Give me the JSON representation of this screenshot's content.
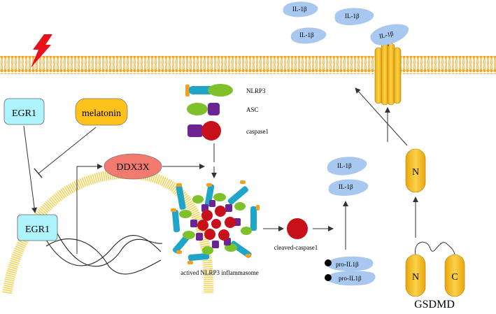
{
  "nodes": {
    "egr1_cytoplasm": "EGR1",
    "melatonin": "melatonin",
    "egr1_nucleus": "EGR1",
    "ddx3x": "DDX3X",
    "gsdmd": "GSDMD",
    "gsdmd_n": "N",
    "gsdmd_c": "C",
    "gsdmd_n_cleaved": "N",
    "cleaved_caspase1": "cleaved-caspase1",
    "inflammasome": "actived NLRP3 inflammasome"
  },
  "legend": {
    "nlrp3": "NLRP3",
    "asc": "ASC",
    "caspase1": "caspase1"
  },
  "il1b": {
    "secreted": [
      "IL-1β",
      "IL-1β",
      "IL-1β",
      "IL-1β"
    ],
    "mature": [
      "IL-1β",
      "IL-1β"
    ],
    "precursor": [
      "pro-IL1β",
      "pro-IL1β"
    ]
  },
  "colors": {
    "membrane": "#f5a623",
    "egr1_box": "#aef4ff",
    "melatonin_box": "#ffc21a",
    "ddx3x_box": "#f37a6f",
    "il1b_blob": "#a8c8f0",
    "gsdmd": "#f8c21c",
    "caspase_red": "#c8101a",
    "nlrp3_blue": "#1ea5c8",
    "asc_green": "#7ec12a",
    "purple": "#6d2493",
    "nucleus": "#f3d25a"
  },
  "icons": {
    "stimulus": "lightning-bolt-icon"
  }
}
